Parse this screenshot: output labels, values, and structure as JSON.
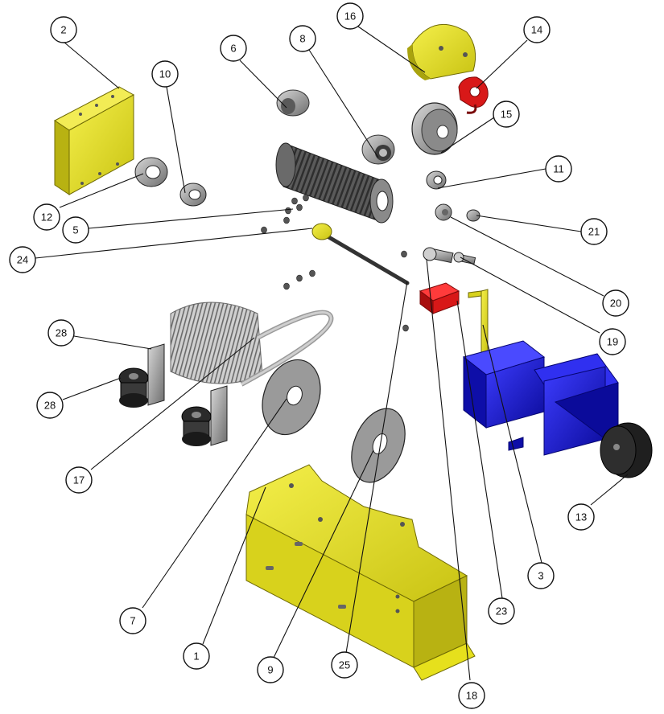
{
  "callouts": [
    {
      "id": "2",
      "label": "2",
      "part": "enclosure-bracket"
    },
    {
      "id": "16",
      "label": "16",
      "part": "cam-cover"
    },
    {
      "id": "14",
      "label": "14",
      "part": "hook-clip"
    },
    {
      "id": "6",
      "label": "6",
      "part": "end-cap"
    },
    {
      "id": "8",
      "label": "8",
      "part": "bushing"
    },
    {
      "id": "10",
      "label": "10",
      "part": "bearing"
    },
    {
      "id": "15",
      "label": "15",
      "part": "pulley"
    },
    {
      "id": "11",
      "label": "11",
      "part": "bearing"
    },
    {
      "id": "12",
      "label": "12",
      "part": "bearing"
    },
    {
      "id": "5",
      "label": "5",
      "part": "threaded-drum"
    },
    {
      "id": "21",
      "label": "21",
      "part": "nut"
    },
    {
      "id": "24",
      "label": "24",
      "part": "shaft-collar"
    },
    {
      "id": "20",
      "label": "20",
      "part": "nut"
    },
    {
      "id": "19",
      "label": "19",
      "part": "bolt"
    },
    {
      "id": "28a",
      "label": "28",
      "part": "mounting-bracket"
    },
    {
      "id": "28b",
      "label": "28",
      "part": "vibration-mount"
    },
    {
      "id": "17",
      "label": "17",
      "part": "coil-spring"
    },
    {
      "id": "13",
      "label": "13",
      "part": "motor-end-cap"
    },
    {
      "id": "3",
      "label": "3",
      "part": "motor-bracket"
    },
    {
      "id": "23",
      "label": "23",
      "part": "limit-switch"
    },
    {
      "id": "7",
      "label": "7",
      "part": "spring-plate"
    },
    {
      "id": "1",
      "label": "1",
      "part": "base-frame"
    },
    {
      "id": "9",
      "label": "9",
      "part": "flange-plate"
    },
    {
      "id": "25",
      "label": "25",
      "part": "long-shaft"
    },
    {
      "id": "18",
      "label": "18",
      "part": "spacer"
    }
  ],
  "colors": {
    "yellow": "#e6e01c",
    "yellow_dark": "#a9a30e",
    "grey": "#9a9a9a",
    "grey_dark": "#4a4a4a",
    "blue": "#1a1ad6",
    "blue_dark": "#0a0a8a",
    "red": "#d81818",
    "black": "#1a1a1a"
  }
}
